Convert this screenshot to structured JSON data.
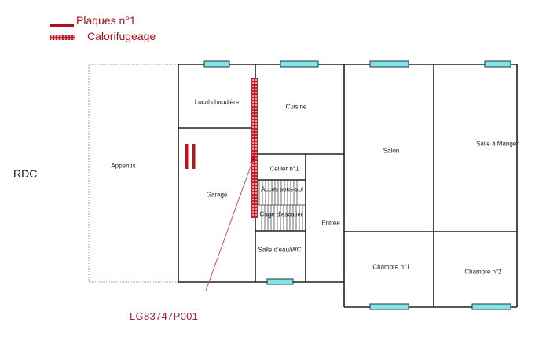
{
  "legend": {
    "items": [
      {
        "label": "Plaques n°1",
        "symbol": "solid-red-line",
        "color": "#b0101c"
      },
      {
        "label": "Calorifugeage",
        "symbol": "red-hatched-bar",
        "color": "#c0202c"
      }
    ]
  },
  "level_label": "RDC",
  "reference_label": "LG83747P001",
  "rooms": [
    {
      "name": "Appentis"
    },
    {
      "name": "Local chaudière"
    },
    {
      "name": "Cuisine"
    },
    {
      "name": "Garage"
    },
    {
      "name": "Cellier n°1"
    },
    {
      "name": "Accès sous-sol"
    },
    {
      "name": "Cage d'escalier"
    },
    {
      "name": "Salle d'eau/WC"
    },
    {
      "name": "Entrée"
    },
    {
      "name": "Salon"
    },
    {
      "name": "Salle à Manger"
    },
    {
      "name": "Chambre n°1"
    },
    {
      "name": "Chambre n°2"
    }
  ],
  "colors": {
    "wall": "#222222",
    "window": "#7fe6e6",
    "accent_red": "#b0101c",
    "reference_red": "#9b2030"
  }
}
